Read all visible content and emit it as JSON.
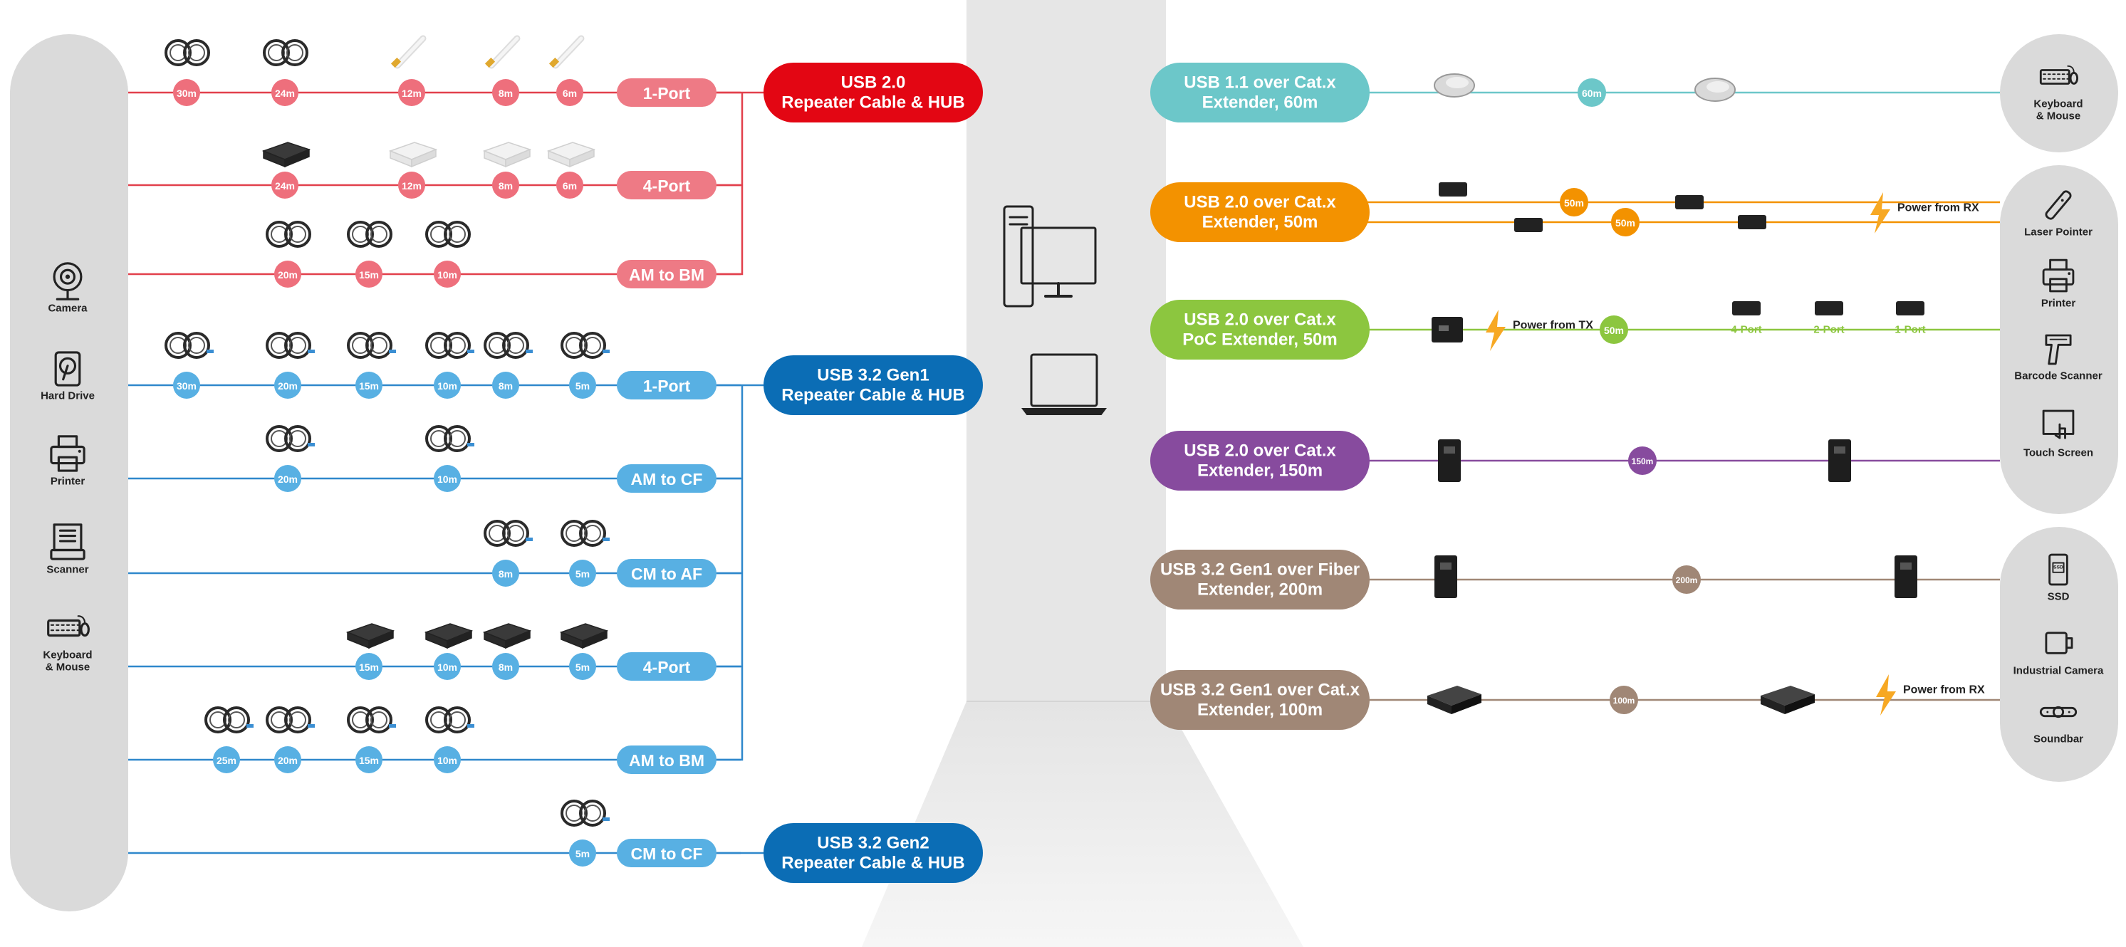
{
  "left_devices": [
    {
      "label": "Camera",
      "icon": "camera-icon"
    },
    {
      "label": "Hard Drive",
      "icon": "hard-drive-icon"
    },
    {
      "label": "Printer",
      "icon": "printer-icon"
    },
    {
      "label": "Scanner",
      "icon": "scanner-icon"
    },
    {
      "label": "Keyboard\n& Mouse",
      "icon": "keyboard-mouse-icon"
    }
  ],
  "cable_rows": [
    {
      "id": "usb2-1port",
      "pill": "1-Port",
      "family": "usb2",
      "lengths": [
        "30m",
        "24m",
        "12m",
        "8m",
        "6m"
      ],
      "product": "cable-coil"
    },
    {
      "id": "usb2-4port",
      "pill": "4-Port",
      "family": "usb2",
      "lengths": [
        "24m",
        "12m",
        "8m",
        "6m"
      ],
      "product": "hub"
    },
    {
      "id": "usb2-ambm",
      "pill": "AM to BM",
      "family": "usb2",
      "lengths": [
        "20m",
        "15m",
        "10m"
      ],
      "product": "cable-coil"
    },
    {
      "id": "g1-1port",
      "pill": "1-Port",
      "family": "g1",
      "lengths": [
        "30m",
        "20m",
        "15m",
        "10m",
        "8m",
        "5m"
      ],
      "product": "cable-coil"
    },
    {
      "id": "g1-amcf",
      "pill": "AM to CF",
      "family": "g1",
      "lengths": [
        "20m",
        "10m"
      ],
      "product": "cable-coil"
    },
    {
      "id": "g1-cmaf",
      "pill": "CM to AF",
      "family": "g1",
      "lengths": [
        "8m",
        "5m"
      ],
      "product": "cable-coil"
    },
    {
      "id": "g1-4port",
      "pill": "4-Port",
      "family": "g1",
      "lengths": [
        "15m",
        "10m",
        "8m",
        "5m"
      ],
      "product": "hub"
    },
    {
      "id": "g1-ambm",
      "pill": "AM to BM",
      "family": "g1",
      "lengths": [
        "25m",
        "20m",
        "15m",
        "10m"
      ],
      "product": "cable-coil"
    },
    {
      "id": "g2-cmcf",
      "pill": "CM to CF",
      "family": "g2",
      "lengths": [
        "5m"
      ],
      "product": "cable-coil"
    }
  ],
  "families": {
    "usb2": {
      "title_line1": "USB 2.0",
      "title_line2": "Repeater Cable & HUB",
      "color": "#e30613",
      "line_color": "#e2404c",
      "pill_color": "#ee7a85",
      "dot_color": "#ee6f7c"
    },
    "g1": {
      "title_line1": "USB 3.2 Gen1",
      "title_line2": "Repeater Cable & HUB",
      "color": "#0b6db5",
      "line_color": "#2f88cc",
      "pill_color": "#58b0e3",
      "dot_color": "#58b0e3"
    },
    "g2": {
      "title_line1": "USB 3.2 Gen2",
      "title_line2": "Repeater Cable & HUB",
      "color": "#0b6db5",
      "line_color": "#2f88cc",
      "pill_color": "#58b0e3",
      "dot_color": "#58b0e3"
    }
  },
  "center": {
    "pc_icon": "desktop-computer-icon",
    "laptop_icon": "laptop-icon"
  },
  "extenders": [
    {
      "line1": "USB 1.1 over Cat.x",
      "line2": "Extender, 60m",
      "color": "#6cc7c9",
      "distance": "60m",
      "power": ""
    },
    {
      "line1": "USB 2.0 over Cat.x",
      "line2": "Extender, 50m",
      "color": "#f39200",
      "distance": "50m",
      "distance_b": "50m",
      "power": "Power from RX"
    },
    {
      "line1": "USB 2.0 over Cat.x",
      "line2": "PoC Extender, 50m",
      "color": "#8cc63f",
      "distance": "50m",
      "power": "Power from TX",
      "ports": [
        "4-Port",
        "2-Port",
        "1-Port"
      ]
    },
    {
      "line1": "USB 2.0 over Cat.x",
      "line2": "Extender, 150m",
      "color": "#874b9e",
      "distance": "150m",
      "power": ""
    },
    {
      "line1": "USB 3.2 Gen1 over Fiber",
      "line2": "Extender, 200m",
      "color": "#a08776",
      "distance": "200m",
      "power": ""
    },
    {
      "line1": "USB 3.2 Gen1 over Cat.x",
      "line2": "Extender, 100m",
      "color": "#a08776",
      "distance": "100m",
      "power": "Power from RX"
    }
  ],
  "right_devices": {
    "group1": [
      {
        "label": "Keyboard\n& Mouse",
        "icon": "keyboard-mouse-icon"
      }
    ],
    "group2": [
      {
        "label": "Laser Pointer",
        "icon": "laser-pointer-icon"
      },
      {
        "label": "Printer",
        "icon": "printer-icon"
      },
      {
        "label": "Barcode Scanner",
        "icon": "barcode-scanner-icon"
      },
      {
        "label": "Touch Screen",
        "icon": "touch-screen-icon"
      }
    ],
    "group3": [
      {
        "label": "SSD",
        "icon": "ssd-icon"
      },
      {
        "label": "Industrial Camera",
        "icon": "industrial-camera-icon"
      },
      {
        "label": "Soundbar",
        "icon": "soundbar-icon"
      }
    ]
  }
}
